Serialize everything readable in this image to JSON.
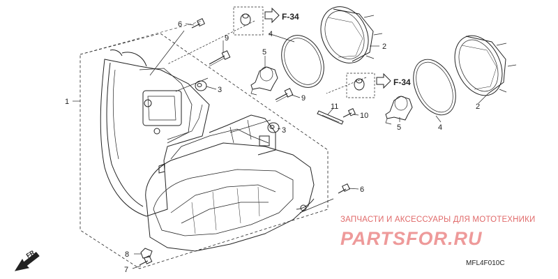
{
  "callouts": {
    "p1": "1",
    "p2a": "2",
    "p2b": "2",
    "p3a": "3",
    "p3b": "3",
    "p4a": "4",
    "p4b": "4",
    "p5a": "5",
    "p5b": "5",
    "p6a": "6",
    "p6b": "6",
    "p7": "7",
    "p8": "8",
    "p9a": "9",
    "p9b": "9",
    "p10": "10",
    "p11": "11"
  },
  "references": {
    "top": "F-34",
    "middle": "F-34"
  },
  "direction_label": "FR.",
  "watermark": {
    "tagline": "ЗАПЧАСТИ И АКСЕССУАРЫ ДЛЯ МОТОТЕХНИКИ",
    "logo": "PARTSFOR.RU"
  },
  "diagram_code": "MFL4F010C",
  "colors": {
    "line": "#222222",
    "watermark": "#e06a6a"
  }
}
